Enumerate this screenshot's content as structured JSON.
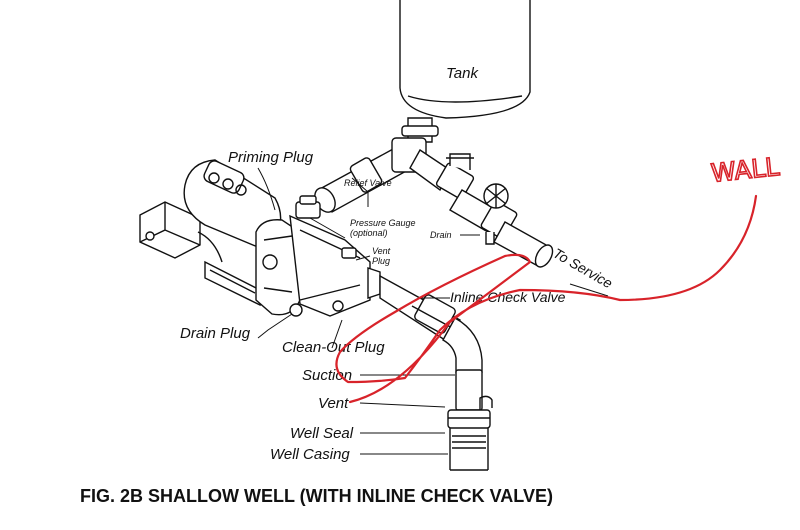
{
  "labels": {
    "tank": "Tank",
    "priming_plug": "Priming Plug",
    "relief_valve": "Relief Valve",
    "pressure_gauge": "Pressure Gauge",
    "pressure_gauge_note": "(optional)",
    "drain": "Drain",
    "vent_plug_line1": "Vent",
    "vent_plug_line2": "Plug",
    "to_service": "To Service",
    "inline_check_valve": "Inline Check Valve",
    "drain_plug": "Drain Plug",
    "clean_out_plug": "Clean-Out Plug",
    "suction": "Suction",
    "vent": "Vent",
    "well_seal": "Well Seal",
    "well_casing": "Well Casing"
  },
  "handwritten": {
    "wall": "WALL"
  },
  "caption": "FIG. 2B SHALLOW WELL (WITH INLINE CHECK VALVE)",
  "colors": {
    "annotation": "#d8232a",
    "ink": "#111111",
    "background": "#ffffff"
  }
}
